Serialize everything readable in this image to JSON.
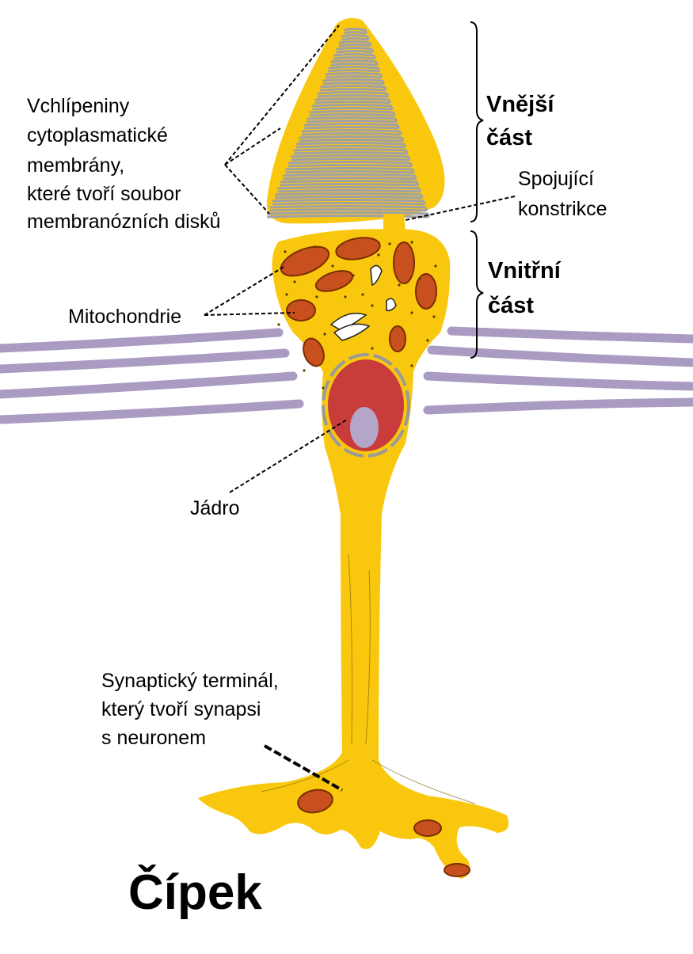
{
  "labels": {
    "invaginations": {
      "line1": "Vchlípeniny",
      "line2": "cytoplasmatické",
      "line3": "membrány,",
      "line4": "které tvoří soubor",
      "line5": "membranózních disků"
    },
    "outer_segment": {
      "line1": "Vnější",
      "line2": "část"
    },
    "connecting_cilium": {
      "line1": "Spojující",
      "line2": "konstrikce"
    },
    "inner_segment": {
      "line1": "Vnitřní",
      "line2": "část"
    },
    "mitochondria": "Mitochondrie",
    "nucleus": "Jádro",
    "synaptic_terminal": {
      "line1": "Synaptický terminál,",
      "line2": "který tvoří synapsi",
      "line3": "s neuronem"
    }
  },
  "title": "Čípek",
  "colors": {
    "cell_body": "#f9c80e",
    "membrane_discs": "#a0a0a8",
    "mitochondria": "#c8501e",
    "nucleus": "#c83c3c",
    "nucleolus": "#b4a6c8",
    "neighbor_fibers": "#a99bc2"
  }
}
